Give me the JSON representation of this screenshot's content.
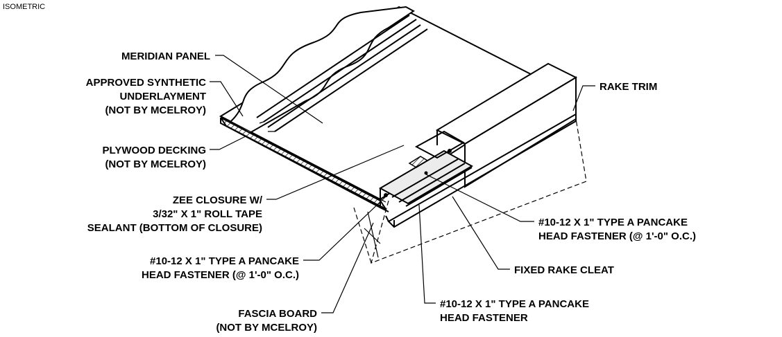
{
  "title": "ISOMETRIC",
  "labels": {
    "meridian_panel": "MERIDIAN PANEL",
    "underlayment_1": "APPROVED SYNTHETIC",
    "underlayment_2": "UNDERLAYMENT",
    "underlayment_3": "(NOT BY MCELROY)",
    "plywood_1": "PLYWOOD DECKING",
    "plywood_2": "(NOT BY MCELROY)",
    "zee_1": "ZEE CLOSURE W/",
    "zee_2": "3/32\" X 1\" ROLL TAPE",
    "zee_3": "SEALANT (BOTTOM OF CLOSURE)",
    "fastener_left_1": "#10-12 X 1\" TYPE A PANCAKE",
    "fastener_left_2": "HEAD FASTENER (@ 1'-0\" O.C.)",
    "fascia_1": "FASCIA BOARD",
    "fascia_2": "(NOT BY MCELROY)",
    "rake_trim": "RAKE TRIM",
    "fastener_right_1": "#10-12 X 1\" TYPE A PANCAKE",
    "fastener_right_2": "HEAD FASTENER (@ 1'-0\" O.C.)",
    "fixed_cleat": "FIXED RAKE CLEAT",
    "fastener_bottom_1": "#10-12 X 1\" TYPE A PANCAKE",
    "fastener_bottom_2": "HEAD FASTENER"
  }
}
